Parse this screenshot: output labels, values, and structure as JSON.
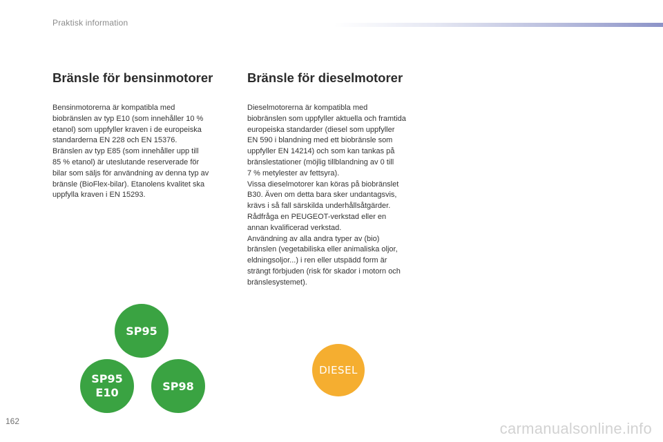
{
  "header": {
    "title": "Praktisk information"
  },
  "petrol": {
    "heading": "Bränsle för bensinmotorer",
    "lines": [
      "Bensinmotorerna är kompatibla med",
      "biobränslen av typ E10 (som innehåller 10 %",
      "etanol) som uppfyller kraven i de europeiska",
      "standarderna EN 228 och EN 15376.",
      "Bränslen av typ E85 (som innehåller upp till",
      "85 % etanol) är uteslutande reserverade för",
      "bilar som säljs för användning av denna typ av",
      "bränsle (BioFlex-bilar). Etanolens kvalitet ska",
      "uppfylla kraven i EN 15293."
    ],
    "badges": {
      "sp95": "SP95",
      "sp95e10_line1": "SP95",
      "sp95e10_line2": "E10",
      "sp98": "SP98"
    },
    "badge_color": "#3aa342"
  },
  "diesel": {
    "heading": "Bränsle för dieselmotorer",
    "lines": [
      "Dieselmotorerna är kompatibla med",
      "biobränslen som uppfyller aktuella och framtida",
      "europeiska standarder (diesel som uppfyller",
      "EN 590 i blandning med ett biobränsle som",
      "uppfyller EN 14214) och som kan tankas på",
      "bränslestationer (möjlig tillblandning av 0 till",
      "7 % metylester av fettsyra).",
      "Vissa dieselmotorer kan köras på biobränslet",
      "B30. Även om detta bara sker undantagsvis,",
      "krävs i så fall särskilda underhållsåtgärder.",
      "Rådfråga en PEUGEOT-verkstad eller en",
      "annan kvalificerad verkstad.",
      "Användning av alla andra typer av (bio)",
      "bränslen (vegetabiliska eller animaliska oljor,",
      "eldningsoljor...) i ren eller utspädd form är",
      "strängt förbjuden (risk för skador i motorn och",
      "bränslesystemet)."
    ],
    "badge": "DIESEL",
    "badge_color": "#f5ae30"
  },
  "footer": {
    "page_number": "162",
    "watermark": "carmanualsonline.info"
  }
}
